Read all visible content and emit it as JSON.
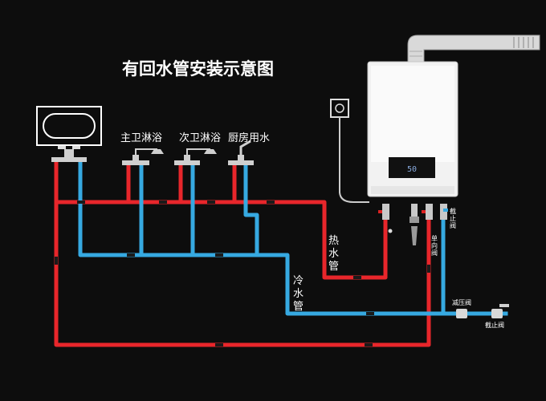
{
  "title": "有回水管安装示意图",
  "fixtures": [
    {
      "label": "主卫淋浴"
    },
    {
      "label": "次卫淋浴"
    },
    {
      "label": "厨房用水"
    }
  ],
  "pipes": {
    "hot_label": [
      "热",
      "水",
      "管"
    ],
    "cold_label": [
      "冷",
      "水",
      "管"
    ]
  },
  "valves": {
    "shutoff_vertical": [
      "截",
      "止",
      "阀"
    ],
    "check_vertical": [
      "单",
      "向",
      "阀"
    ],
    "pressure_reducing": "减压阀",
    "shutoff": "截止阀"
  },
  "heater": {
    "display": "50"
  },
  "colors": {
    "hot": "#e8262b",
    "cold": "#36a9e1",
    "background": "#0d0d0d",
    "heater_body": "#f2f2f2"
  }
}
